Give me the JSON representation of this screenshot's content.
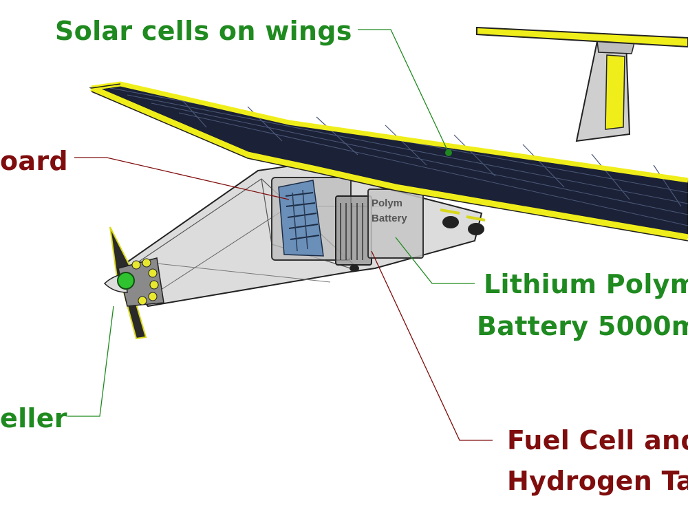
{
  "colors": {
    "label_green": "#1f8a1f",
    "label_red": "#7f0d0d",
    "wing_edge": "#f0ee1a",
    "solar_panel": "#1b2136",
    "fuselage": "#d4d4d4",
    "board": "#6a8fb8",
    "propeller_hub": "#2fc42f"
  },
  "labels": {
    "solar": "Solar cells on wings",
    "board": "oard",
    "battery_line1": "Lithium Polym",
    "battery_line2": "Battery 5000m",
    "propeller": "eller",
    "fuel_line1": "Fuel Cell and",
    "fuel_line2": "Hydrogen Ta"
  },
  "component_text": {
    "battery_tag_1": "Polym",
    "battery_tag_2": "Battery"
  }
}
